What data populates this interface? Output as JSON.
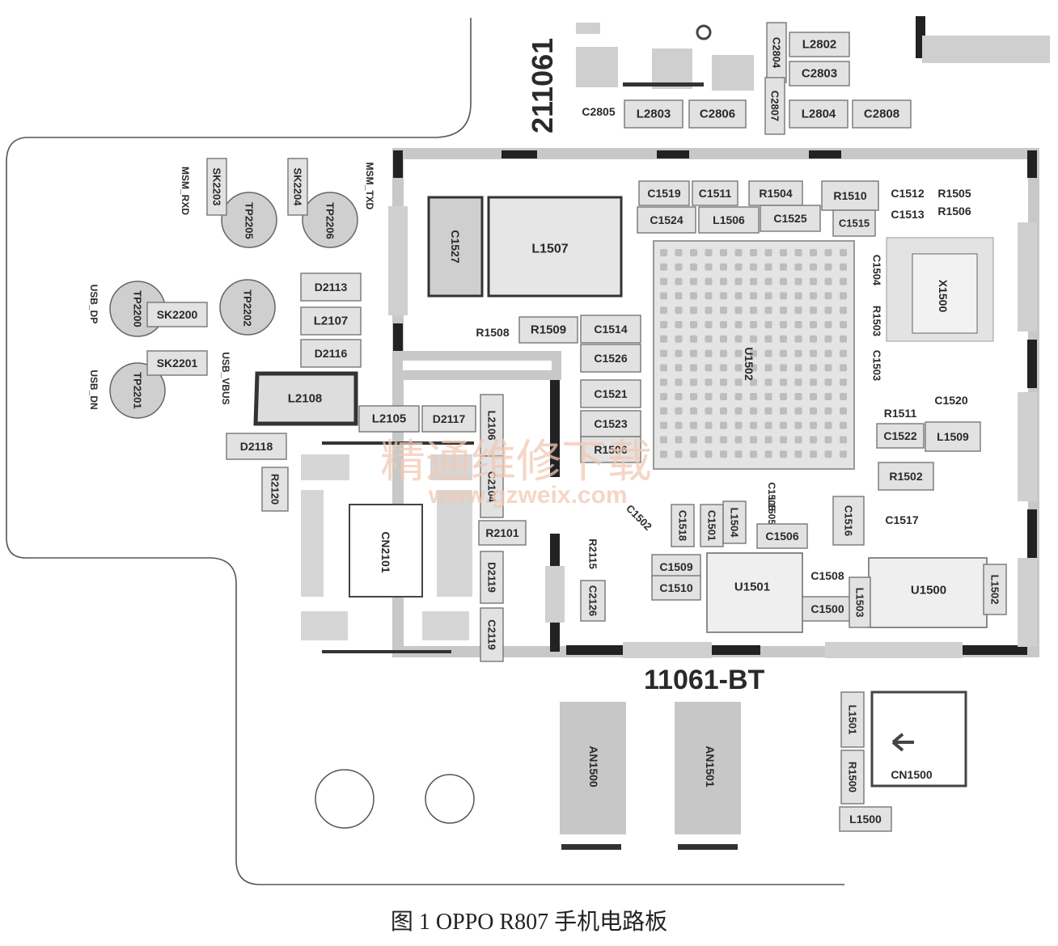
{
  "figure": {
    "caption": "图 1  OPPO R807 手机电路板",
    "board_marks": {
      "main": "211061",
      "bt": "11061-BT"
    },
    "watermark": {
      "cn": "精通维修下载",
      "url": "www.gzweix.com"
    }
  },
  "components": [
    {
      "id": "c2804",
      "label": "C2804"
    },
    {
      "id": "l2802",
      "label": "L2802"
    },
    {
      "id": "c2803",
      "label": "C2803"
    },
    {
      "id": "c2805",
      "label": "C2805"
    },
    {
      "id": "l2803",
      "label": "L2803"
    },
    {
      "id": "c2806",
      "label": "C2806"
    },
    {
      "id": "c2807",
      "label": "C2807"
    },
    {
      "id": "l2804",
      "label": "L2804"
    },
    {
      "id": "c2808",
      "label": "C2808"
    },
    {
      "id": "msm_rxd",
      "label": "MSM_RXD"
    },
    {
      "id": "sk2203",
      "label": "SK2203"
    },
    {
      "id": "tp2205",
      "label": "TP2205"
    },
    {
      "id": "sk2204",
      "label": "SK2204"
    },
    {
      "id": "tp2206",
      "label": "TP2206"
    },
    {
      "id": "msm_txd",
      "label": "MSM_TXD"
    },
    {
      "id": "usb_dp",
      "label": "USB_DP"
    },
    {
      "id": "tp2200",
      "label": "TP2200"
    },
    {
      "id": "sk2200",
      "label": "SK2200"
    },
    {
      "id": "tp2202",
      "label": "TP2202"
    },
    {
      "id": "usb_vbus",
      "label": "USB_VBUS"
    },
    {
      "id": "usb_dn",
      "label": "USB_DN"
    },
    {
      "id": "tp2201",
      "label": "TP2201"
    },
    {
      "id": "sk2201",
      "label": "SK2201"
    },
    {
      "id": "d2113",
      "label": "D2113"
    },
    {
      "id": "l2107",
      "label": "L2107"
    },
    {
      "id": "d2116",
      "label": "D2116"
    },
    {
      "id": "l2108",
      "label": "L2108"
    },
    {
      "id": "l2105",
      "label": "L2105"
    },
    {
      "id": "d2117",
      "label": "D2117"
    },
    {
      "id": "d2118",
      "label": "D2118"
    },
    {
      "id": "r2120",
      "label": "R2120"
    },
    {
      "id": "l2106",
      "label": "L2106"
    },
    {
      "id": "c2104",
      "label": "C2104"
    },
    {
      "id": "cn2101",
      "label": "CN2101"
    },
    {
      "id": "r2101",
      "label": "R2101"
    },
    {
      "id": "d2119",
      "label": "D2119"
    },
    {
      "id": "c2119",
      "label": "C2119"
    },
    {
      "id": "c1527",
      "label": "C1527"
    },
    {
      "id": "l1507",
      "label": "L1507"
    },
    {
      "id": "r1508",
      "label": "R1508"
    },
    {
      "id": "r1509",
      "label": "R1509"
    },
    {
      "id": "c1514",
      "label": "C1514"
    },
    {
      "id": "c1526",
      "label": "C1526"
    },
    {
      "id": "c1521",
      "label": "C1521"
    },
    {
      "id": "c1523",
      "label": "C1523"
    },
    {
      "id": "r1506b",
      "label": "R1506"
    },
    {
      "id": "c1519",
      "label": "C1519"
    },
    {
      "id": "c1511",
      "label": "C1511"
    },
    {
      "id": "r1504",
      "label": "R1504"
    },
    {
      "id": "r1510",
      "label": "R1510"
    },
    {
      "id": "c1512",
      "label": "C1512"
    },
    {
      "id": "r1505",
      "label": "R1505"
    },
    {
      "id": "c1524",
      "label": "C1524"
    },
    {
      "id": "l1506",
      "label": "L1506"
    },
    {
      "id": "c1525",
      "label": "C1525"
    },
    {
      "id": "c1515",
      "label": "C1515"
    },
    {
      "id": "c1513",
      "label": "C1513"
    },
    {
      "id": "r1506",
      "label": "R1506"
    },
    {
      "id": "u1502",
      "label": "U1502"
    },
    {
      "id": "c1504",
      "label": "C1504"
    },
    {
      "id": "r1503",
      "label": "R1503"
    },
    {
      "id": "c1503",
      "label": "C1503"
    },
    {
      "id": "x1500",
      "label": "X1500"
    },
    {
      "id": "r1511",
      "label": "R1511"
    },
    {
      "id": "c1520",
      "label": "C1520"
    },
    {
      "id": "c1522",
      "label": "C1522"
    },
    {
      "id": "l1509",
      "label": "L1509"
    },
    {
      "id": "r1502",
      "label": "R1502"
    },
    {
      "id": "c1502",
      "label": "C1502"
    },
    {
      "id": "c1505",
      "label": "C1505"
    },
    {
      "id": "l1505",
      "label": "L1505"
    },
    {
      "id": "c1516",
      "label": "C1516"
    },
    {
      "id": "c1517",
      "label": "C1517"
    },
    {
      "id": "c1518",
      "label": "C1518"
    },
    {
      "id": "c1501",
      "label": "C1501"
    },
    {
      "id": "l1504",
      "label": "L1504"
    },
    {
      "id": "c1506",
      "label": "C1506"
    },
    {
      "id": "c1509",
      "label": "C1509"
    },
    {
      "id": "c1510",
      "label": "C1510"
    },
    {
      "id": "u1501",
      "label": "U1501"
    },
    {
      "id": "c1508",
      "label": "C1508"
    },
    {
      "id": "c1500",
      "label": "C1500"
    },
    {
      "id": "l1503",
      "label": "L1503"
    },
    {
      "id": "u1500",
      "label": "U1500"
    },
    {
      "id": "l1502",
      "label": "L1502"
    },
    {
      "id": "r2115",
      "label": "R2115"
    },
    {
      "id": "c2126",
      "label": "C2126"
    },
    {
      "id": "an1500",
      "label": "AN1500"
    },
    {
      "id": "an1501",
      "label": "AN1501"
    },
    {
      "id": "l1501",
      "label": "L1501"
    },
    {
      "id": "r1500",
      "label": "R1500"
    },
    {
      "id": "cn1500",
      "label": "CN1500"
    },
    {
      "id": "l1500",
      "label": "L1500"
    }
  ]
}
